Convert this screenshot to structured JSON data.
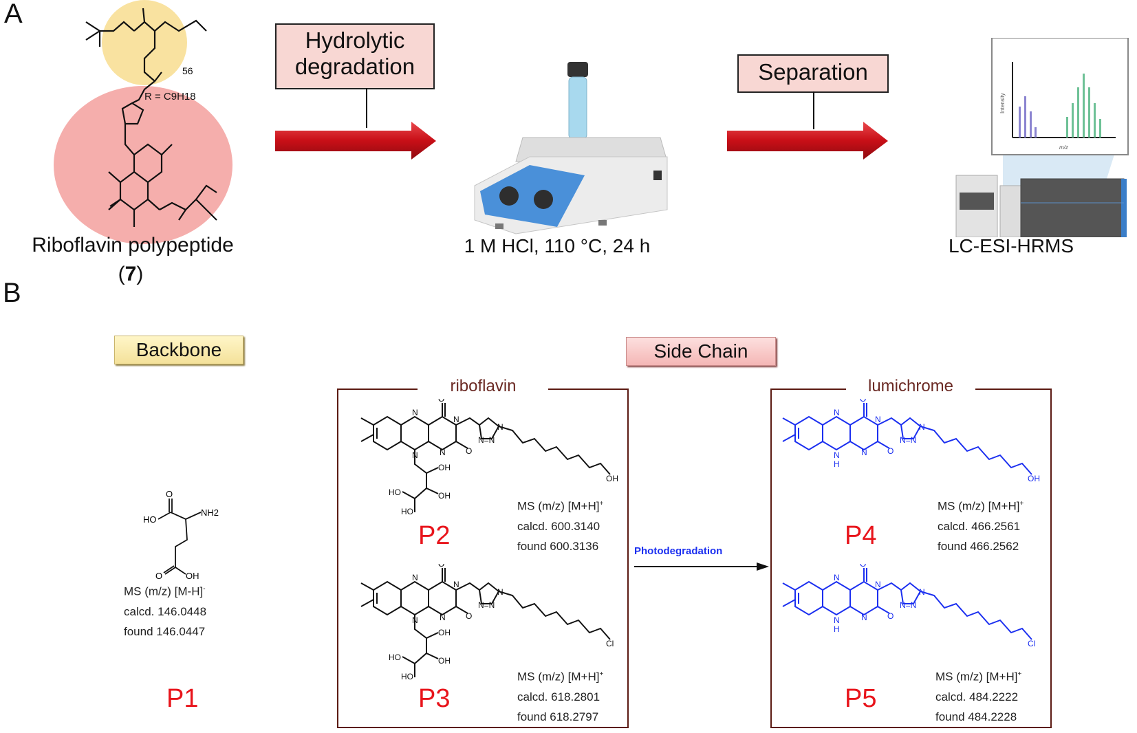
{
  "panel_a": {
    "letter": "A",
    "polymer": {
      "name": "Riboflavin polypeptide",
      "compound_number": "7",
      "r_group_label": "R = C9H18",
      "repeat_count": "56",
      "highlight_backbone_color": "#f9e2a0",
      "highlight_sidechain_color": "#f5aeac"
    },
    "steps": [
      {
        "label_line1": "Hydrolytic",
        "label_line2": "degradation"
      },
      {
        "label_line1": "Separation"
      }
    ],
    "conditions": "1 M HCl, 110 °C, 24 h",
    "instrument": "LC-ESI-HRMS",
    "spectrum_inset": {
      "y_axis": "Intensity",
      "x_axis": "m/z"
    },
    "arrow_color": "#d0131b"
  },
  "panel_b": {
    "letter": "B",
    "backbone_tag": "Backbone",
    "sidechain_tag": "Side Chain",
    "riboflavin_frame_title": "riboflavin",
    "lumichrome_frame_title": "lumichrome",
    "photodegradation_label": "Photodegradation",
    "products": [
      {
        "id": "P1",
        "ms_line": "MS (m/z) [M-H]",
        "charge": "-",
        "calcd": "calcd. 146.0448",
        "found": "found 146.0447"
      },
      {
        "id": "P2",
        "ms_line": "MS (m/z) [M+H]",
        "charge": "+",
        "calcd": "calcd. 600.3140",
        "found": "found 600.3136",
        "terminal": "OH"
      },
      {
        "id": "P3",
        "ms_line": "MS (m/z) [M+H]",
        "charge": "+",
        "calcd": "calcd. 618.2801",
        "found": "found 618.2797",
        "terminal": "Cl"
      },
      {
        "id": "P4",
        "ms_line": "MS (m/z) [M+H]",
        "charge": "+",
        "calcd": "calcd. 466.2561",
        "found": "found 466.2562",
        "terminal": "OH"
      },
      {
        "id": "P5",
        "ms_line": "MS (m/z) [M+H]",
        "charge": "+",
        "calcd": "calcd. 484.2222",
        "found": "found 484.2228",
        "terminal": "Cl"
      }
    ],
    "atoms": {
      "N": "N",
      "O": "O",
      "H": "H",
      "HO": "HO",
      "OH": "OH",
      "NH2": "NH2",
      "NN": "N=N"
    },
    "product_id_color": "#e8141b",
    "lumichrome_color": "#1b2ff0"
  }
}
